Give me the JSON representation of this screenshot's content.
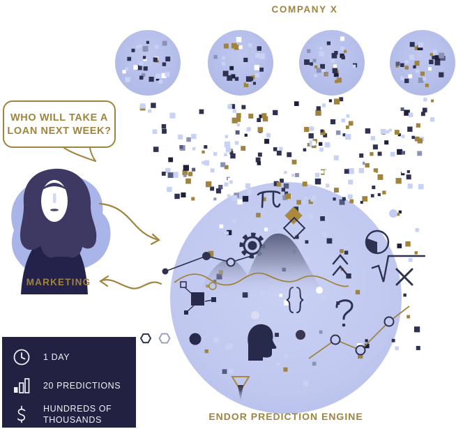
{
  "title": "COMPANY X",
  "engine_label": "ENDOR PREDICTION ENGINE",
  "speech_bubble": {
    "line1": "WHO WILL TAKE A",
    "line2": "LOAN NEXT WEEK?"
  },
  "persona_label": "MARKETING",
  "stats_panel": {
    "items": [
      {
        "icon": "clock-icon",
        "label": "1 DAY"
      },
      {
        "icon": "bar-chart-icon",
        "label": "20 PREDICTIONS"
      },
      {
        "icon": "dollar-icon",
        "line1": "HUNDREDS OF",
        "line2": "THOUSANDS"
      }
    ]
  },
  "colors": {
    "gold": "#a0843d",
    "navy": "#2e3150",
    "deep_navy": "#1d2038",
    "panel": "#232142",
    "lavender": "#b5beea",
    "big_circle": "#c1c9f0",
    "white": "#ffffff",
    "pale_blue": "#c7d2f5",
    "slate": "#8b92b5",
    "dark_slate": "#565a7e",
    "panel_text": "#eef0f8"
  }
}
